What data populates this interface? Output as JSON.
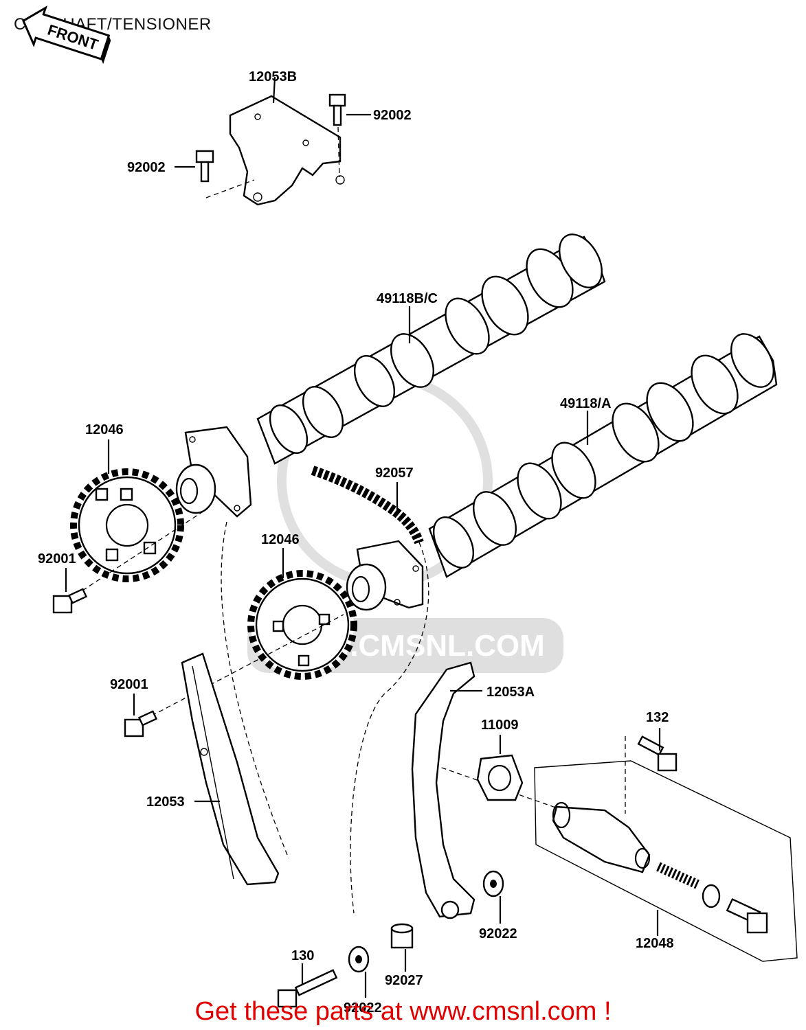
{
  "title": "CAMSHAFT/TENSIONER",
  "front_marker": "FRONT",
  "watermark": "WWW.CMSNL.COM",
  "promo_text": "Get these parts at www.cmsnl.com !",
  "part_labels": {
    "bracket_b": "12053B",
    "bolt_top": "92002",
    "bolt_left": "92002",
    "camshaft_bc": "49118B/C",
    "camshaft_a": "49118/A",
    "sprocket_1": "12046",
    "sprocket_2": "12046",
    "chain": "92057",
    "bolt_sprocket_1": "92001",
    "bolt_sprocket_2": "92001",
    "guide_a": "12053A",
    "gasket": "11009",
    "bolt_tensioner": "132",
    "guide": "12053",
    "tensioner": "12048",
    "washer_right": "92022",
    "collar": "92027",
    "washer_bottom": "92022",
    "bolt_bottom": "130"
  }
}
